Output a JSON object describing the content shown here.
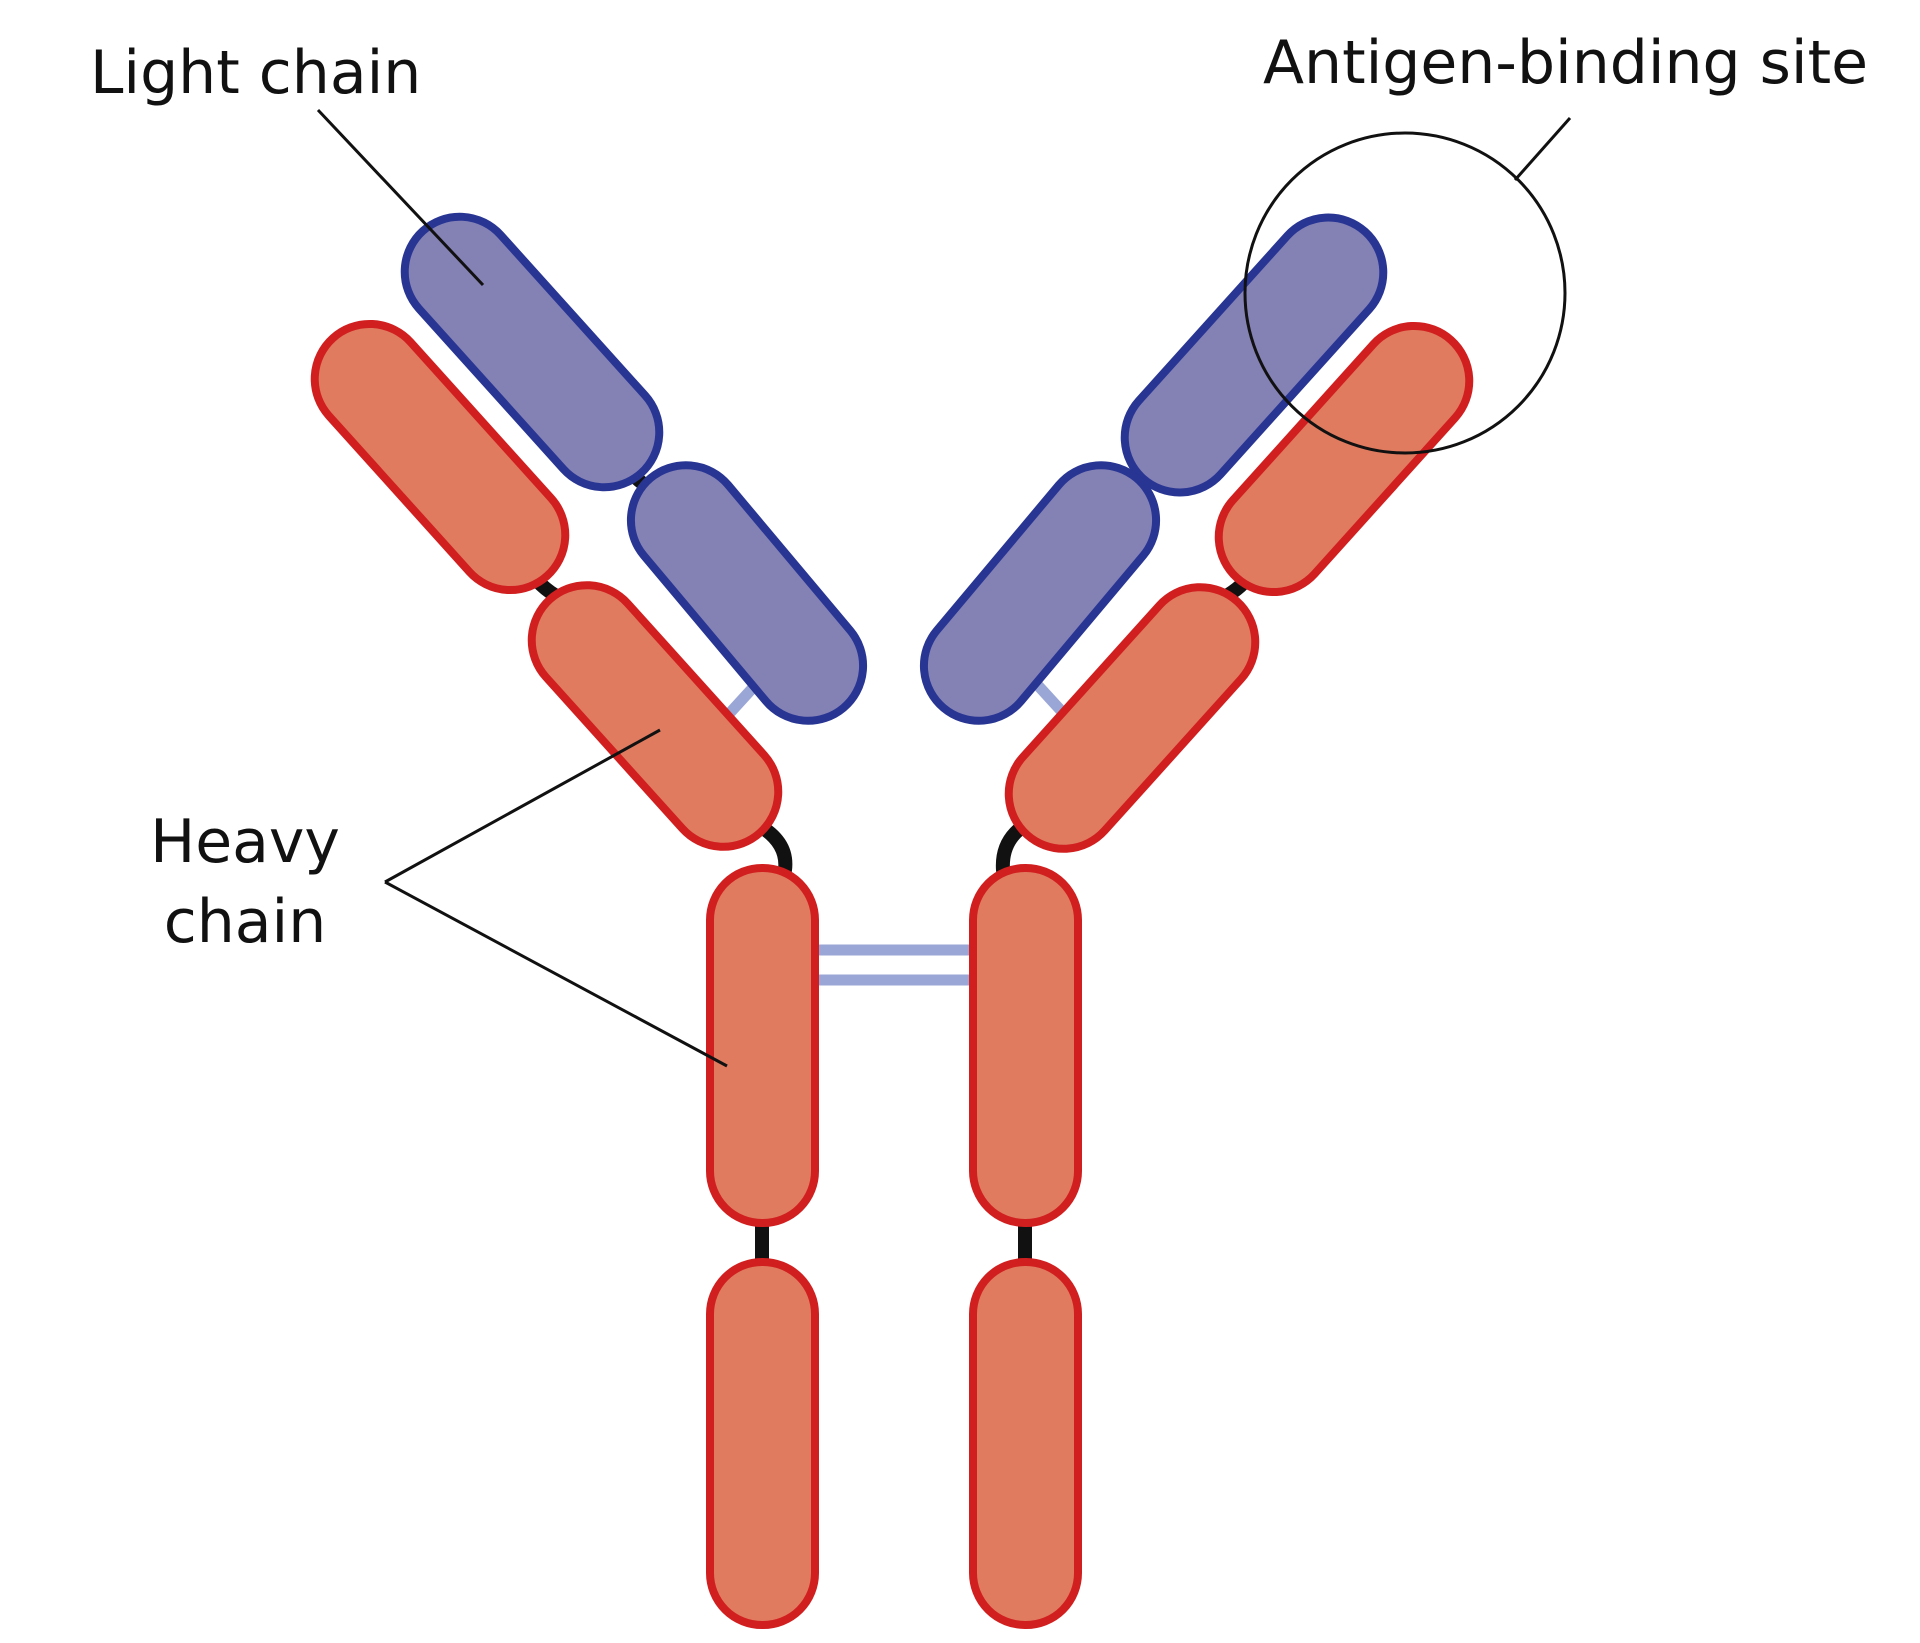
{
  "labels": {
    "light_chain": "Light chain",
    "antigen_binding_site": "Antigen-binding site",
    "heavy_line1": "Heavy",
    "heavy_line2": "chain"
  },
  "colors": {
    "heavy_fill": "#E07B60",
    "heavy_stroke": "#D11F1F",
    "light_fill": "#8481B5",
    "light_stroke": "#283593",
    "disulfide_bond": "#9AA6D6",
    "linker": "#111111",
    "annotation": "#111111"
  }
}
